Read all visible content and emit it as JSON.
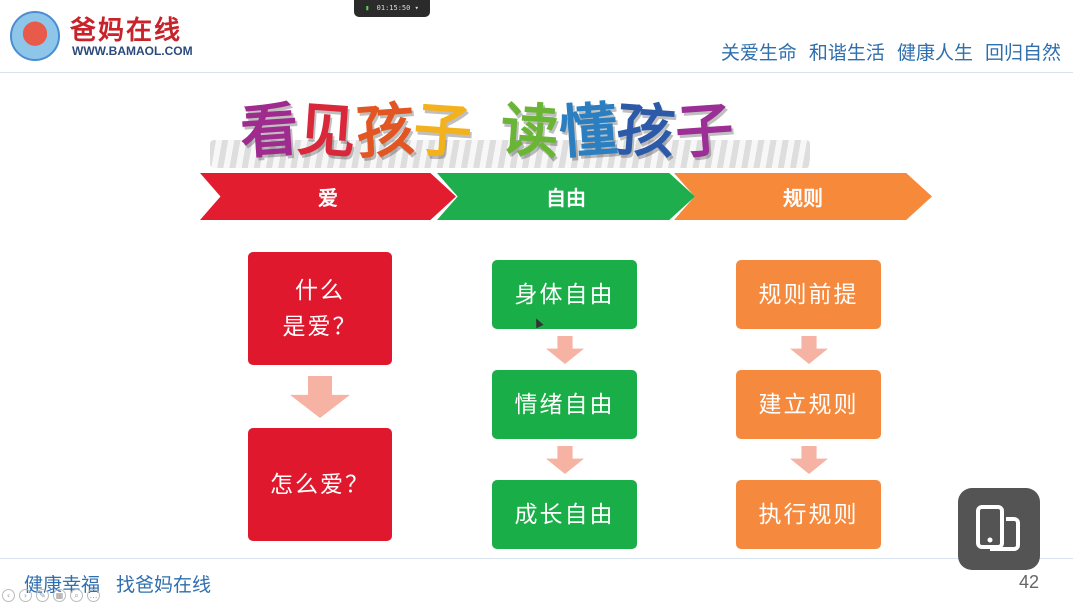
{
  "header": {
    "logo_title": "爸妈在线",
    "logo_url_text": "WWW.BAMAOL.COM",
    "slogan": "关爱生命 和谐生活 健康人生 回归自然",
    "timer": "01:15:50"
  },
  "slide": {
    "title_chars": [
      {
        "ch": "看",
        "color": "#a02b8f"
      },
      {
        "ch": "见",
        "color": "#d8283a"
      },
      {
        "ch": "孩",
        "color": "#e25624"
      },
      {
        "ch": "子",
        "color": "#f3b21d"
      },
      {
        "ch": " ",
        "color": "#000000"
      },
      {
        "ch": "读",
        "color": "#6bb536"
      },
      {
        "ch": "懂",
        "color": "#2b7fc1"
      },
      {
        "ch": "孩",
        "color": "#2c5aa8"
      },
      {
        "ch": "子",
        "color": "#9b2f95"
      }
    ],
    "stages": [
      {
        "label": "爱",
        "color": "#e31d30"
      },
      {
        "label": "自由",
        "color": "#1fae4d"
      },
      {
        "label": "规则",
        "color": "#f7893a"
      }
    ],
    "love_boxes": [
      "什么\n是爱？",
      "怎么爱？"
    ],
    "freedom_boxes": [
      "身体自由",
      "情绪自由",
      "成长自由"
    ],
    "rule_boxes": [
      "规则前提",
      "建立规则",
      "执行规则"
    ]
  },
  "footer": {
    "left_text": "健康幸福 找爸妈在线",
    "page_number": "42"
  },
  "icons": {
    "phone_button": "phone-screen-icon"
  }
}
